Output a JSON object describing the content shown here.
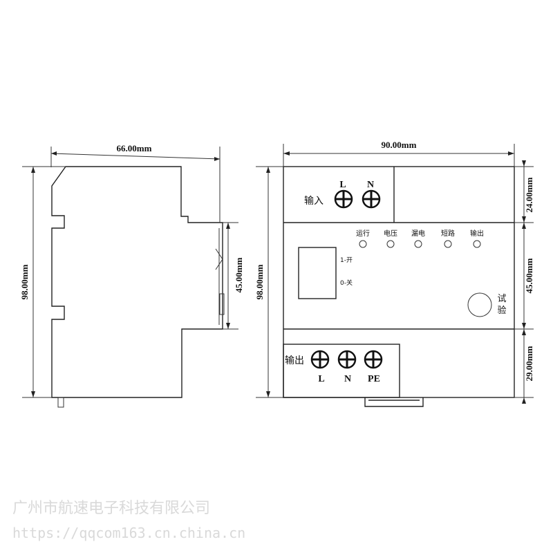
{
  "side_view": {
    "width_label": "66.00mm",
    "height_label": "98.00mm",
    "depth_label": "45.00mm"
  },
  "front_view": {
    "width_label": "90.00mm",
    "height_label": "98.00mm",
    "dim_top_section": "24.00mm",
    "dim_middle_section": "45.00mm",
    "dim_bottom_section": "29.00mm",
    "input_label": "输入",
    "input_terminals": [
      "L",
      "N"
    ],
    "output_label": "输出",
    "output_terminals": [
      "L",
      "N",
      "PE"
    ],
    "indicators": [
      "运行",
      "电压",
      "漏电",
      "短路",
      "输出"
    ],
    "switch_on": "1-开",
    "switch_off": "0-关",
    "test_label_1": "试",
    "test_label_2": "验"
  },
  "watermark": {
    "company": "广州市航速电子科技有限公司",
    "url": "https://qqcom163.cn.china.cn"
  }
}
